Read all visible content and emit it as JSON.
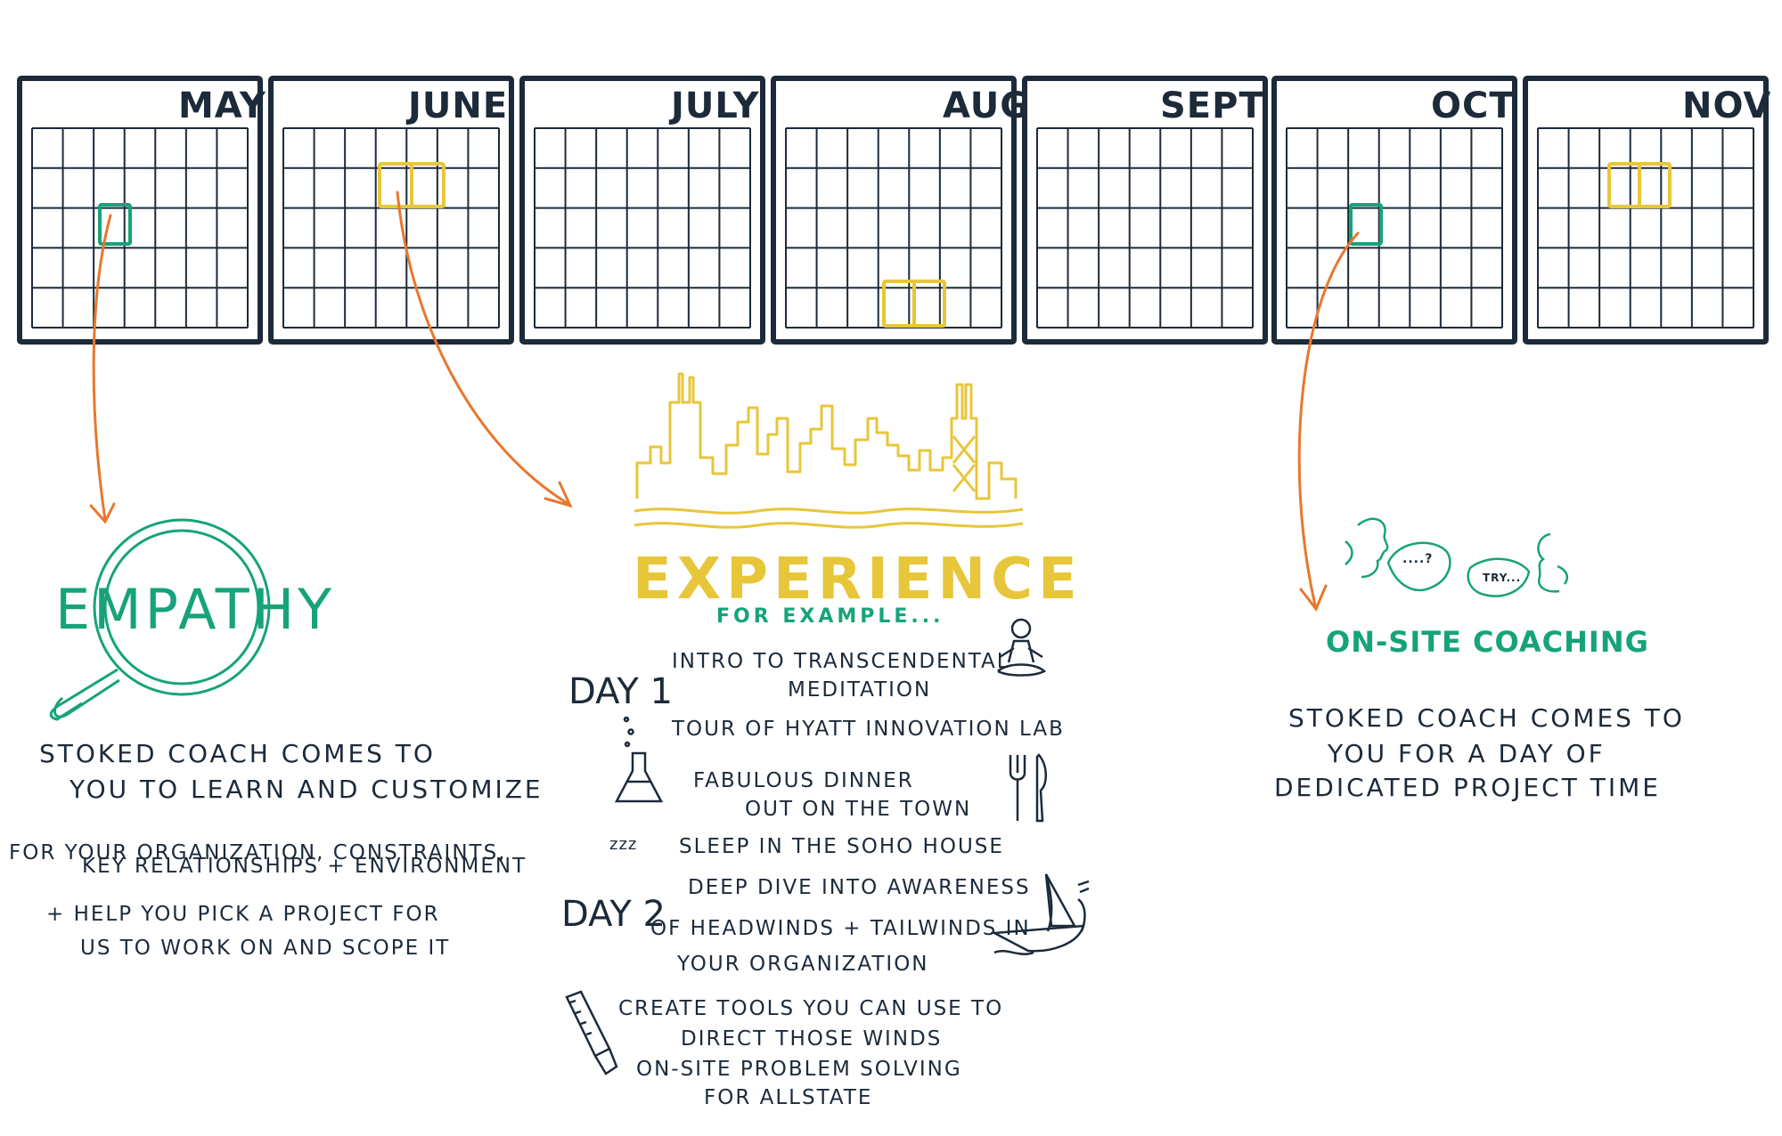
{
  "calendars": {
    "months": [
      "MAY",
      "JUNE",
      "JULY",
      "AUG",
      "SEPT",
      "OCT",
      "NOV"
    ]
  },
  "colors": {
    "navy": "#1c2a3a",
    "green": "#16a37a",
    "yellow": "#e8c63a",
    "orange": "#e8772e"
  },
  "empathy": {
    "title": "EMPATHY",
    "lines": [
      "STOKED COACH COMES TO",
      "YOU TO LEARN AND CUSTOMIZE",
      "FOR YOUR ORGANIZATION, CONSTRAINTS,",
      "KEY RELATIONSHIPS + ENVIRONMENT",
      "+ HELP YOU PICK A PROJECT FOR",
      "US TO WORK ON AND SCOPE IT"
    ]
  },
  "experience": {
    "title": "EXPERIENCE",
    "subtitle": "FOR EXAMPLE...",
    "day1_label": "DAY 1",
    "day2_label": "DAY 2",
    "day1_items": [
      "INTRO TO TRANSCENDENTAL",
      "MEDITATION",
      "TOUR OF HYATT INNOVATION LAB",
      "FABULOUS DINNER",
      "OUT ON THE TOWN",
      "SLEEP IN THE SOHO HOUSE"
    ],
    "day2_items": [
      "DEEP DIVE INTO AWARENESS",
      "OF HEADWINDS + TAILWINDS IN",
      "YOUR ORGANIZATION",
      "CREATE TOOLS YOU CAN USE TO",
      "DIRECT THOSE WINDS",
      "ON-SITE PROBLEM SOLVING",
      "FOR ALLSTATE"
    ],
    "zzz": "zzz"
  },
  "coaching": {
    "title": "ON-SITE COACHING",
    "bubble_left": "....?",
    "bubble_right": "TRY...",
    "lines": [
      "STOKED COACH COMES TO",
      "YOU FOR A DAY OF",
      "DEDICATED PROJECT TIME"
    ]
  }
}
